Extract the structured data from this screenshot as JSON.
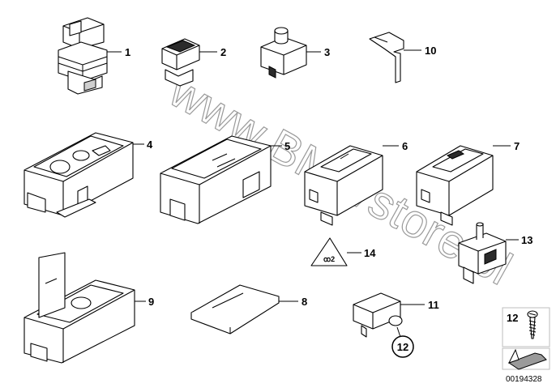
{
  "watermark": "www.BMWstore.pl",
  "parts": [
    {
      "label": "1"
    },
    {
      "label": "2"
    },
    {
      "label": "3"
    },
    {
      "label": "10"
    },
    {
      "label": "4"
    },
    {
      "label": "5"
    },
    {
      "label": "6"
    },
    {
      "label": "7"
    },
    {
      "label": "14"
    },
    {
      "label": "13"
    },
    {
      "label": "9"
    },
    {
      "label": "8"
    },
    {
      "label": "11"
    },
    {
      "label": "12"
    }
  ],
  "legend_box": {
    "label": "12"
  },
  "diagram_code": "00194328",
  "decal_text": "ꝏ2"
}
